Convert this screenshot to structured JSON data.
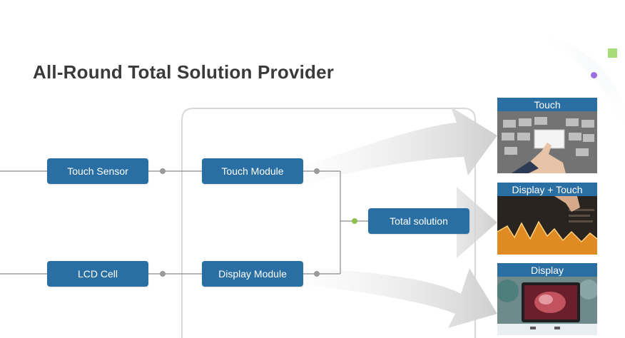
{
  "title": "All-Round Total Solution Provider",
  "nodes": {
    "touch_sensor": "Touch Sensor",
    "lcd_cell": "LCD Cell",
    "touch_module": "Touch Module",
    "display_module": "Display Module",
    "total_solution": "Total solution"
  },
  "panels": {
    "touch": "Touch",
    "display_touch": "Display + Touch",
    "display": "Display"
  },
  "colors": {
    "node_blue": "#2a6fa3",
    "connector_gray": "#9a9a9a",
    "connector_green": "#8cbf4e",
    "accent_green": "#a6dd79",
    "accent_purple": "#9b6fe0"
  }
}
